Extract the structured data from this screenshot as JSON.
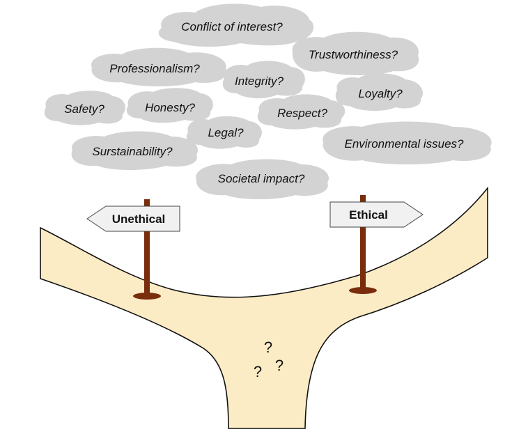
{
  "clouds": [
    {
      "label": "Conflict of interest?"
    },
    {
      "label": "Trustworthiness?"
    },
    {
      "label": "Professionalism?"
    },
    {
      "label": "Integrity?"
    },
    {
      "label": "Loyalty?"
    },
    {
      "label": "Safety?"
    },
    {
      "label": "Honesty?"
    },
    {
      "label": "Respect?"
    },
    {
      "label": "Legal?"
    },
    {
      "label": "Environmental issues?"
    },
    {
      "label": "Surstainability?"
    },
    {
      "label": "Societal impact?"
    }
  ],
  "signs": {
    "left": {
      "label": "Unethical"
    },
    "right": {
      "label": "Ethical"
    }
  },
  "question_marks": [
    "?",
    "?",
    "?"
  ],
  "colors": {
    "road": "#fbecc6",
    "cloud": "#d3d3d3",
    "post": "#7a2d0c",
    "sign": "#f1f1f1"
  }
}
